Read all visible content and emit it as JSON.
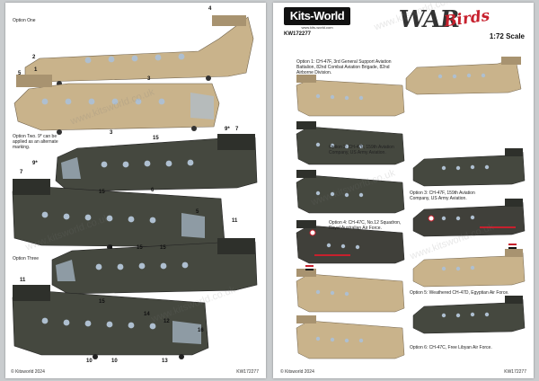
{
  "left_sheet": {
    "option_labels": {
      "one": "Option One",
      "two": "Option Two. 9* can be applied as an alternate marking.",
      "three": "Option Three"
    },
    "markers": [
      "4",
      "2",
      "3",
      "3",
      "1",
      "5",
      "9*",
      "7",
      "15",
      "6",
      "7",
      "9*",
      "15",
      "8",
      "5",
      "11",
      "15",
      "15",
      "11",
      "15",
      "14",
      "16",
      "12",
      "13",
      "10",
      "10"
    ],
    "footer_left": "© Kitsworld 2024",
    "footer_right": "KW172277"
  },
  "right_sheet": {
    "logo": {
      "brand": "Kits-World",
      "url": "www.kits-world.com",
      "code": "KW172277",
      "war": "WAR",
      "birds": "Birds",
      "scale": "1:72 Scale"
    },
    "options": [
      "Option 1: CH-47F, 3rd General Support Aviation Battalion, 82nd Combat Aviation Brigade, 82nd Airborne Division.",
      "Option 2: CH-47F, 159th Aviation Company, US Army Aviation.",
      "Option 3: CH-47F, 159th Aviation Company, US Army Aviation.",
      "Option 4: CH-47C, No.12 Squadron, Royal Australian Air Force.",
      "Option 5: Weathered CH-47D, Egyptian Air Force.",
      "Option 6: CH-47C, Free Libyan Air Force."
    ],
    "footer_left": "© Kitsworld 2024",
    "footer_right": "KW172277"
  },
  "watermark_text": "www.kitsworld.co.uk",
  "colors": {
    "tan": "#c9b38b",
    "tan_dark": "#a89370",
    "green": "#45483f",
    "green_dark": "#2e302b",
    "window": "#aebfd0",
    "brand_red": "#c7202d"
  }
}
